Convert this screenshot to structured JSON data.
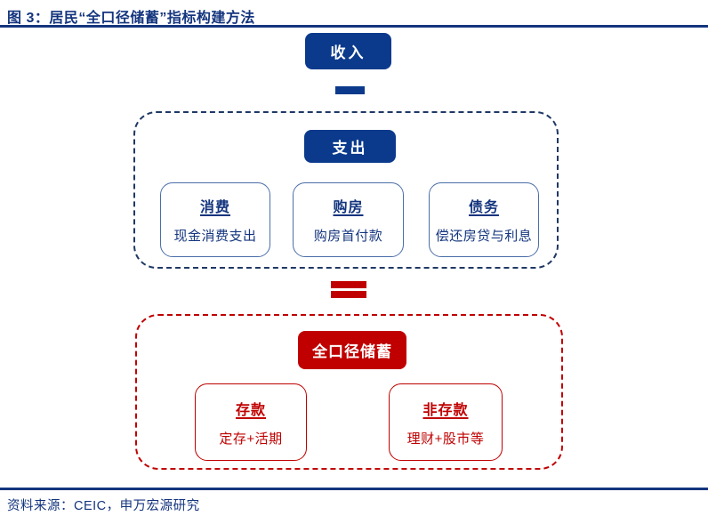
{
  "title": "图 3：居民“全口径储蓄”指标构建方法",
  "diagram": {
    "income_label": "收入",
    "minus_symbol": "−",
    "equals_symbol": "=",
    "expenditure": {
      "header": "支出",
      "items": [
        {
          "title": "消费",
          "desc": "现金消费支出"
        },
        {
          "title": "购房",
          "desc": "购房首付款"
        },
        {
          "title": "债务",
          "desc": "偿还房贷与利息"
        }
      ]
    },
    "savings": {
      "header": "全口径储蓄",
      "items": [
        {
          "title": "存款",
          "desc": "定存+活期"
        },
        {
          "title": "非存款",
          "desc": "理财+股市等"
        }
      ]
    }
  },
  "source_note": "资料来源：CEIC，申万宏源研究",
  "colors": {
    "navy": "#14357E",
    "solid_blue_fill": "#0B3A8C",
    "sub_blue_border": "#4A6EA9",
    "red": "#C00000",
    "background": "#FFFFFF"
  }
}
